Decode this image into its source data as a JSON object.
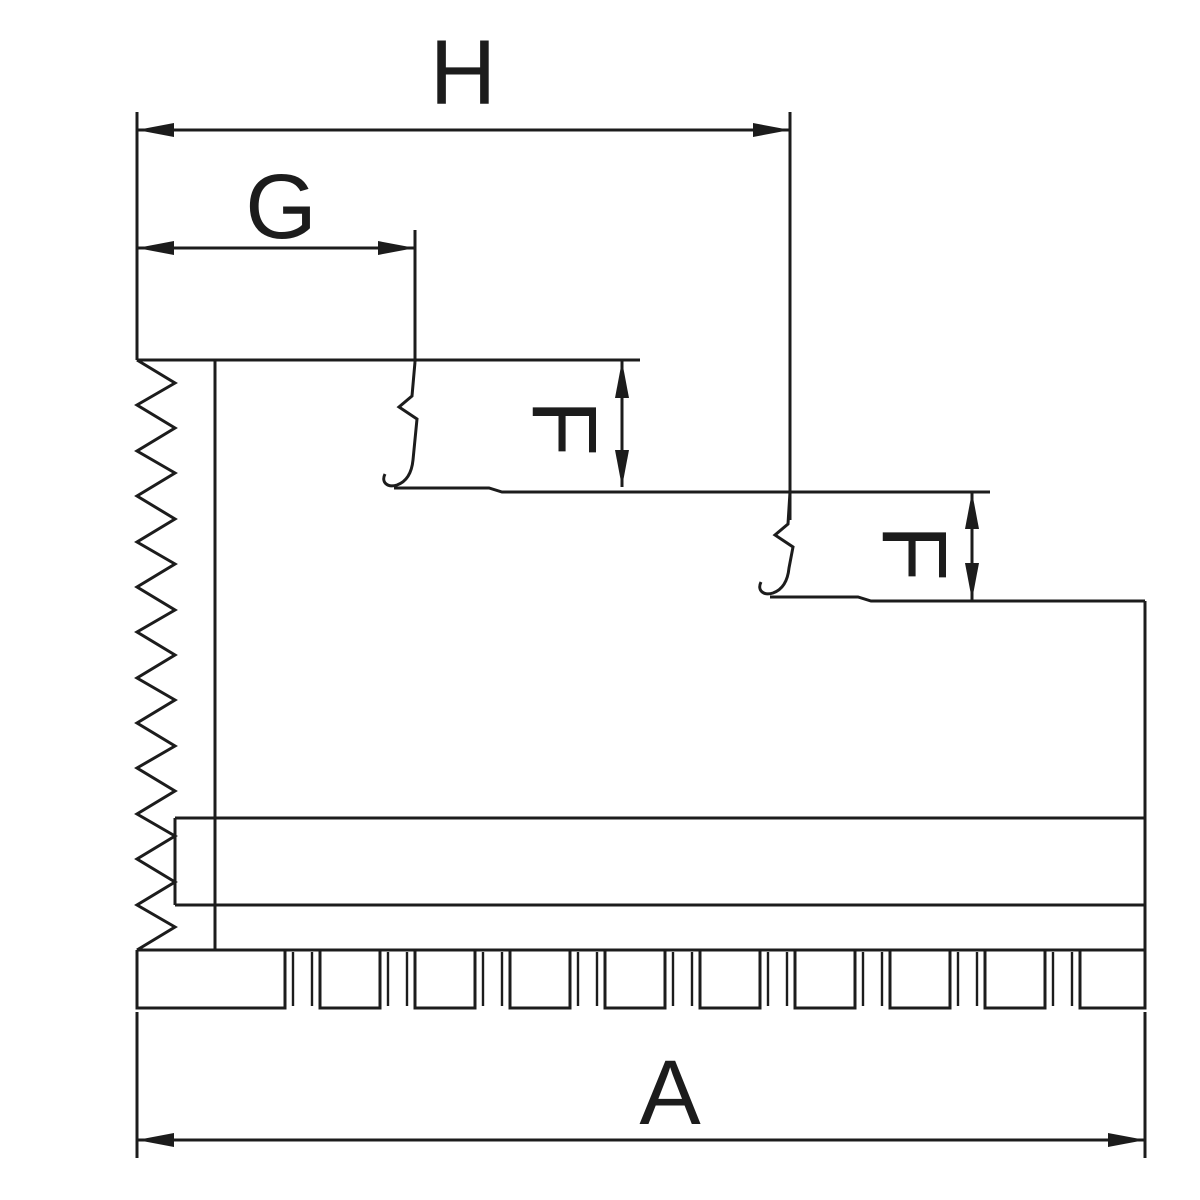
{
  "drawing": {
    "labels": {
      "h": "H",
      "g": "G",
      "f_upper": "F",
      "f_lower": "F",
      "a": "A"
    },
    "colors": {
      "line": "#1c1c1c",
      "background": "#ffffff"
    }
  }
}
